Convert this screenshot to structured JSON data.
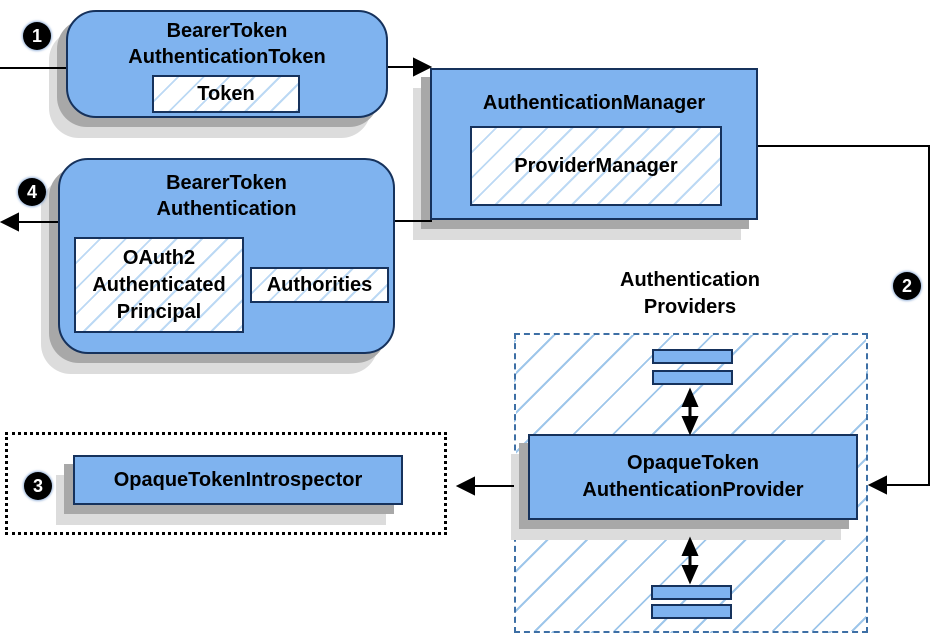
{
  "badges": {
    "step1": "1",
    "step2": "2",
    "step3": "3",
    "step4": "4"
  },
  "nodes": {
    "bearerTokenAuthenticationToken": {
      "titleLine1": "BearerToken",
      "titleLine2": "AuthenticationToken",
      "token": "Token"
    },
    "authenticationManager": {
      "title": "AuthenticationManager",
      "providerManager": "ProviderManager"
    },
    "bearerTokenAuthentication": {
      "titleLine1": "BearerToken",
      "titleLine2": "Authentication",
      "principalLine1": "OAuth2",
      "principalLine2": "Authenticated",
      "principalLine3": "Principal",
      "authorities": "Authorities"
    },
    "opaqueTokenAuthenticationProvider": {
      "titleLine1": "OpaqueToken",
      "titleLine2": "AuthenticationProvider"
    },
    "opaqueTokenIntrospector": {
      "title": "OpaqueTokenIntrospector"
    }
  },
  "labels": {
    "providersGroupLine1": "Authentication",
    "providersGroupLine2": "Providers"
  },
  "colors": {
    "nodeFill": "#7FB3EF",
    "nodeBorder": "#16325C",
    "hatchLine": "#9EC6EA",
    "innerHatchLine": "#BCD9F4",
    "regionDash": "#3D6FA5",
    "introspectorRegionBorder": "#000000",
    "shadowDark": "#A8A8A8",
    "shadowLight": "#DCDCDC",
    "arrow": "#000000",
    "badgeBg": "#000000",
    "badgeText": "#FFFFFF"
  }
}
